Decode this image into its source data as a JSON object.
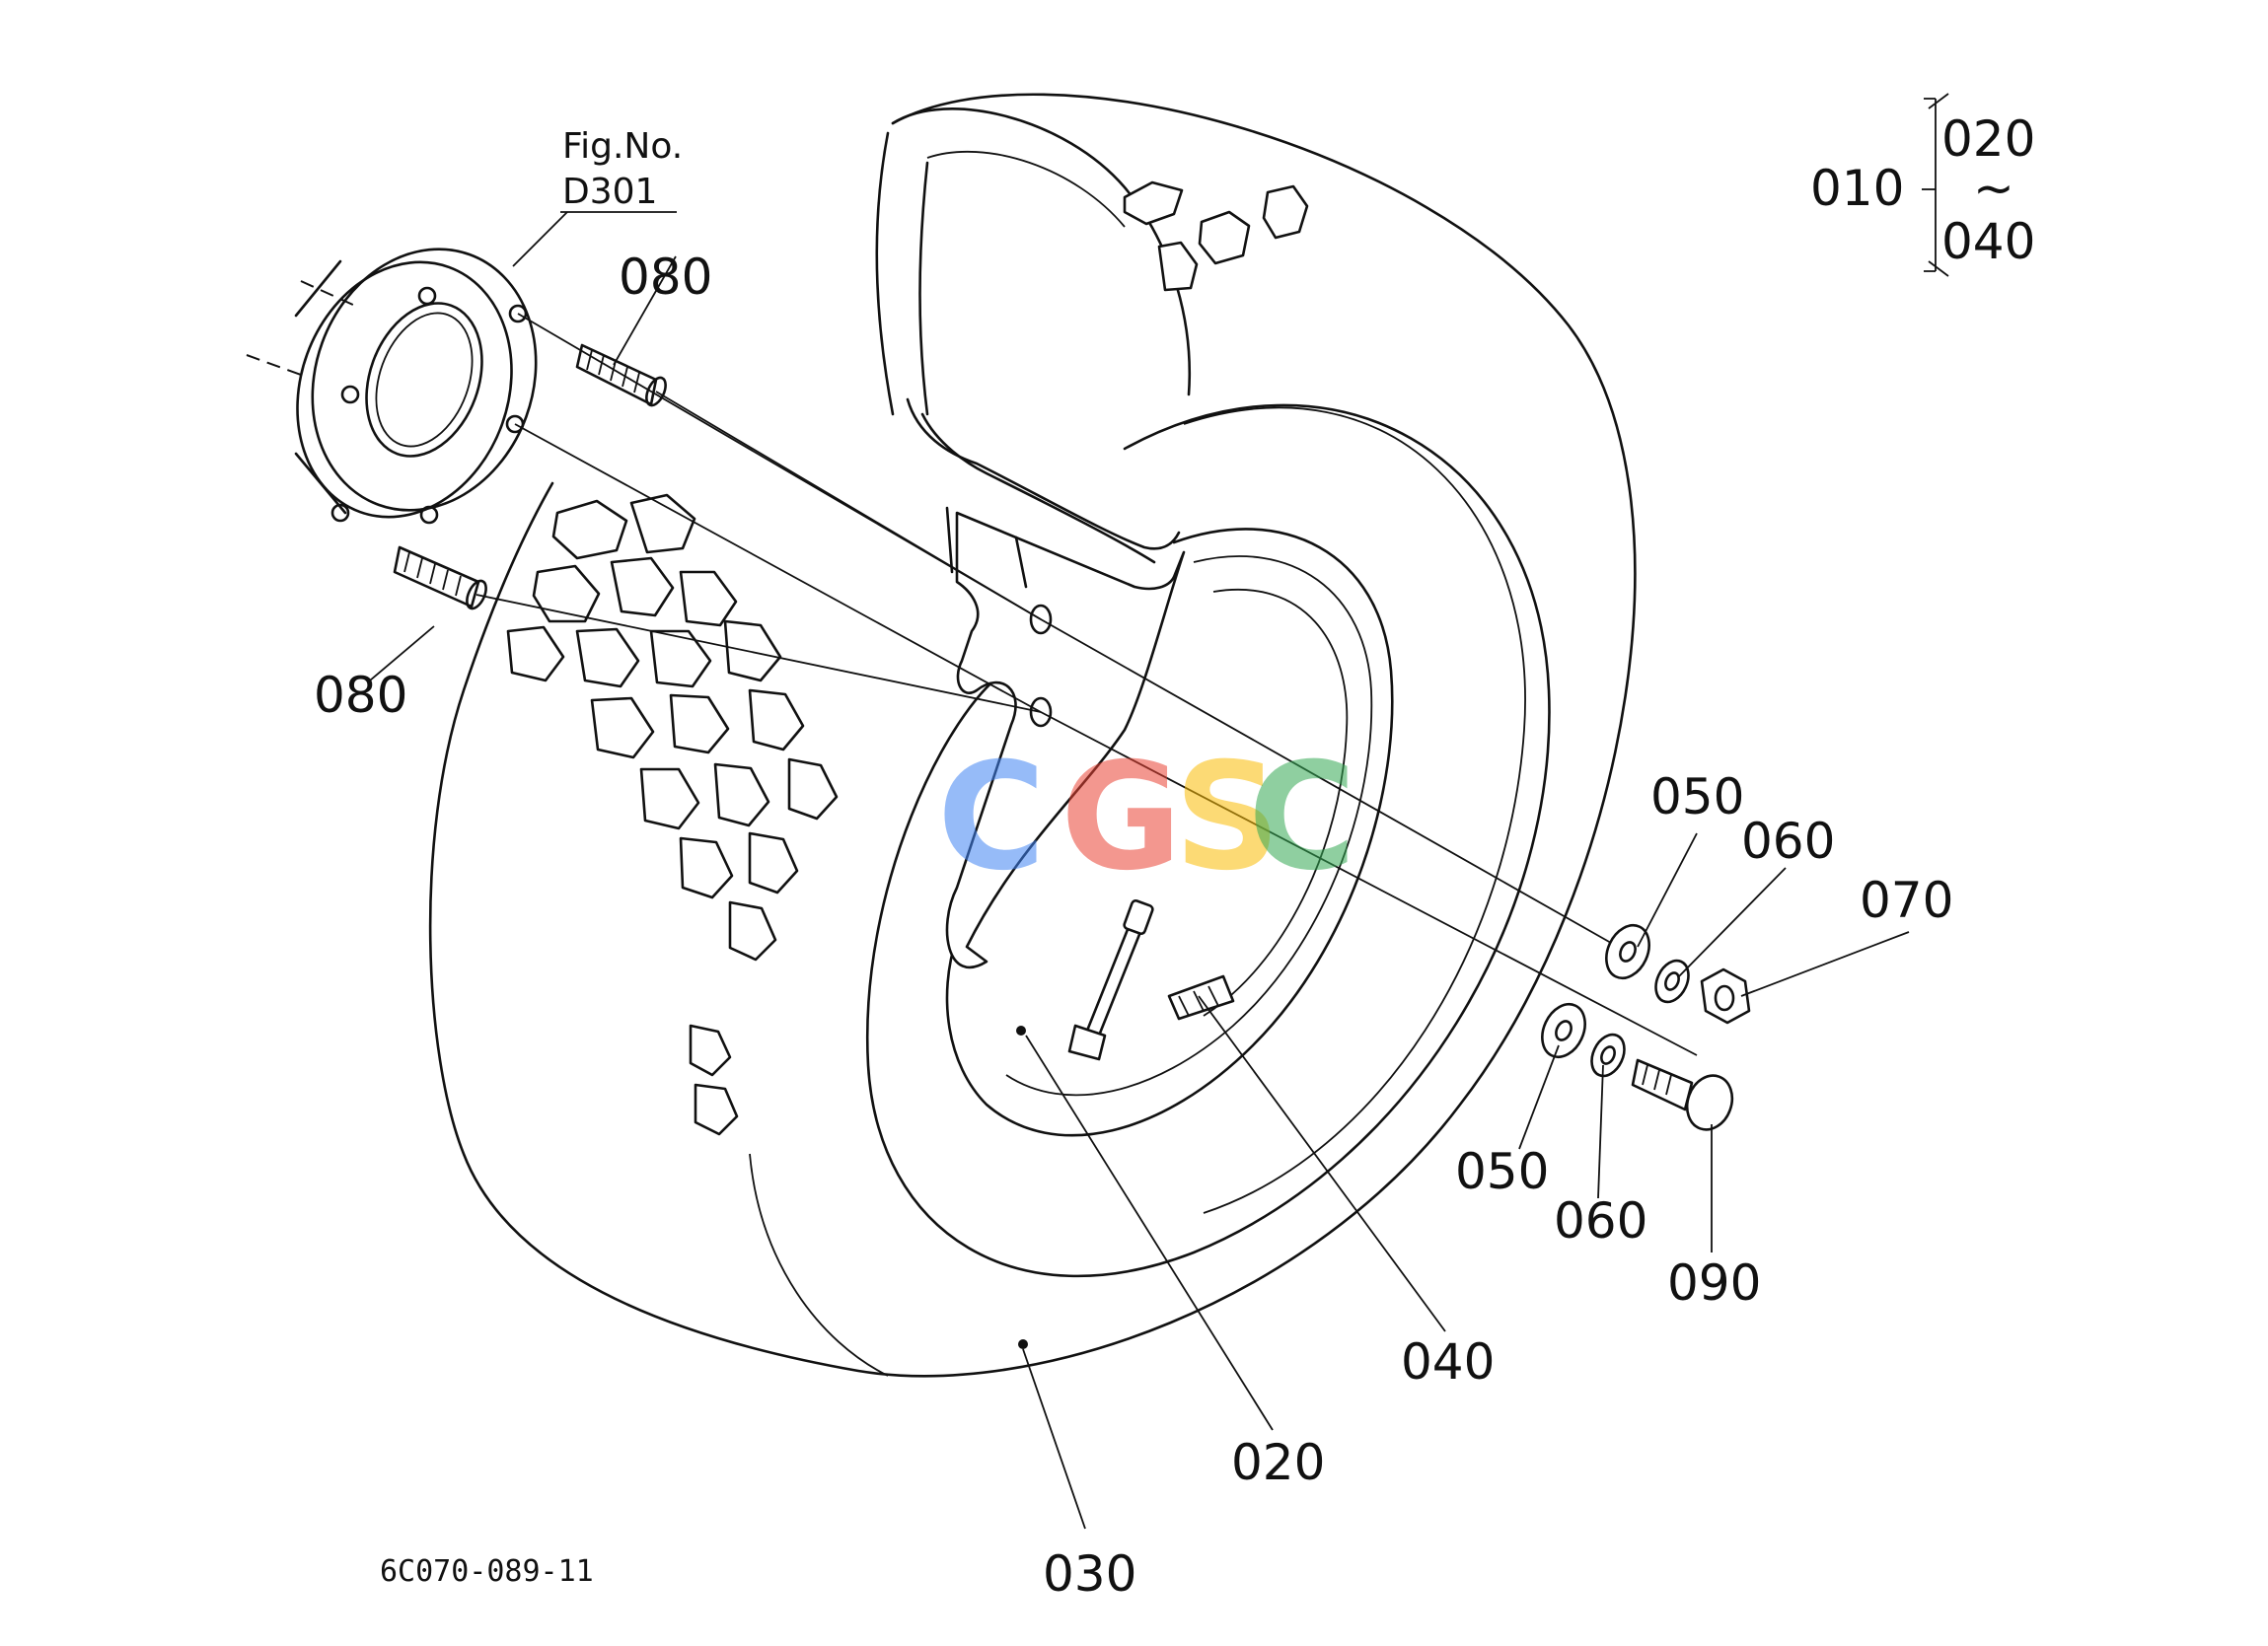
{
  "figure": {
    "fig_no_label": "Fig.No.",
    "fig_no_value": "D301",
    "drawing_code": "6C070-089-11"
  },
  "assembly": {
    "parent": "010",
    "range_start": "020",
    "range_sep": "~",
    "range_end": "040"
  },
  "callouts": {
    "stud_top": "080",
    "stud_bottom": "080",
    "washer_top": "050",
    "lockwasher_top": "060",
    "nut": "070",
    "washer_bottom": "050",
    "lockwasher_bottom": "060",
    "bolt": "090",
    "valve": "040",
    "rim": "020",
    "tire": "030"
  },
  "watermark": {
    "letters": [
      "C",
      "G",
      "S",
      "C"
    ],
    "colors": [
      "#4285F4",
      "#EA4335",
      "#FBBC05",
      "#34A853"
    ]
  }
}
